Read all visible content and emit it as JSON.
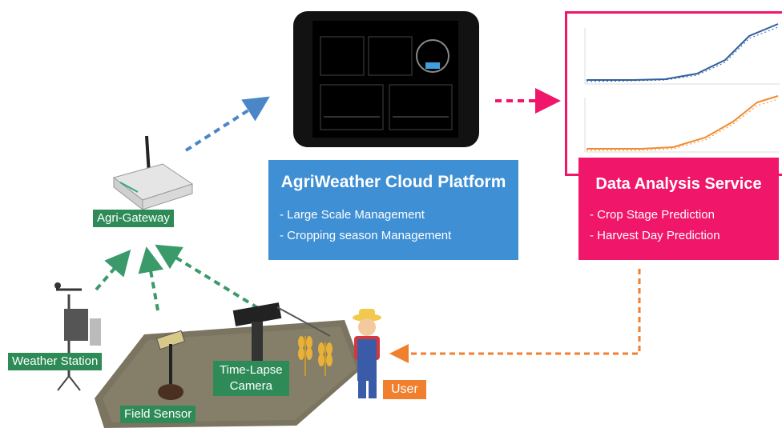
{
  "gateway": {
    "label": "Agri-Gateway"
  },
  "cloud": {
    "title": "AgriWeather Cloud Platform",
    "items": [
      "- Large Scale Management",
      "- Cropping season Management"
    ]
  },
  "analysis": {
    "title": "Data Analysis Service",
    "items": [
      "- Crop Stage Prediction",
      "- Harvest Day Prediction"
    ]
  },
  "devices": {
    "weather_station": "Weather Station",
    "field_sensor": "Field Sensor",
    "camera_line1": "Time-Lapse",
    "camera_line2": "Camera"
  },
  "user": {
    "label": "User"
  },
  "colors": {
    "cloud": "#3f8fd5",
    "analysis": "#f0166a",
    "green_label": "#2e8b57",
    "user_label": "#f07f2e",
    "arrow_blue": "#4a86c8",
    "arrow_pink": "#f0166a",
    "arrow_green": "#3a9a6a",
    "arrow_orange": "#f07f2e"
  },
  "icons": [
    "gateway-icon",
    "tablet-icon",
    "weather-station-icon",
    "field-sensor-icon",
    "camera-icon",
    "wheat-icon",
    "farmer-icon"
  ]
}
